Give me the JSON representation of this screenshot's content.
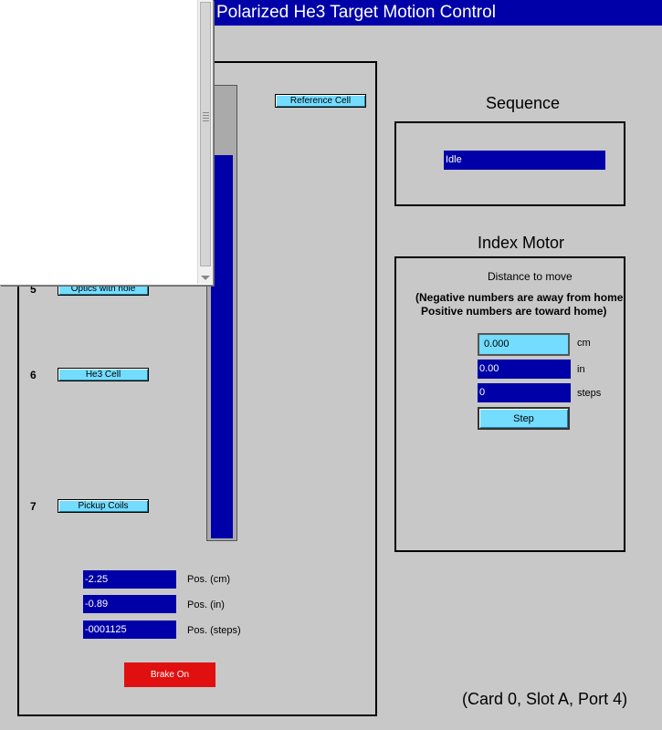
{
  "window": {
    "title": "Polarized He3 Target Motion Control"
  },
  "left_panel": {
    "title_fragment": "n",
    "reference_cell_button": "Reference Cell",
    "stations": [
      {
        "number": "5",
        "button": "Optics with hole"
      },
      {
        "number": "6",
        "button": "He3 Cell"
      },
      {
        "number": "7",
        "button": "Pickup Coils"
      }
    ],
    "position_gauge": {
      "fill_fraction": 0.85
    },
    "readouts": [
      {
        "value": "-2.25",
        "unit_label": "Pos. (cm)"
      },
      {
        "value": "-0.89",
        "unit_label": "Pos. (in)"
      },
      {
        "value": "-0001125",
        "unit_label": "Pos. (steps)"
      }
    ],
    "brake_button": "Brake On"
  },
  "sequence": {
    "heading": "Sequence",
    "status": "Idle"
  },
  "index_motor": {
    "heading": "Index Motor",
    "distance_label": "Distance to move",
    "note_line1": "(Negative numbers are away from home",
    "note_line2": "Positive numbers are toward home)",
    "cm_value": "0.000",
    "cm_unit": "cm",
    "in_value": "0.00",
    "in_unit": "in",
    "steps_value": "0",
    "steps_unit": "steps",
    "step_button": "Step"
  },
  "footer": {
    "hardware": "(Card 0, Slot A, Port 4)"
  },
  "colors": {
    "navy": "#0000a8",
    "cyan": "#73dcff",
    "brake_red": "#e01010",
    "background": "#c8c8c8"
  }
}
